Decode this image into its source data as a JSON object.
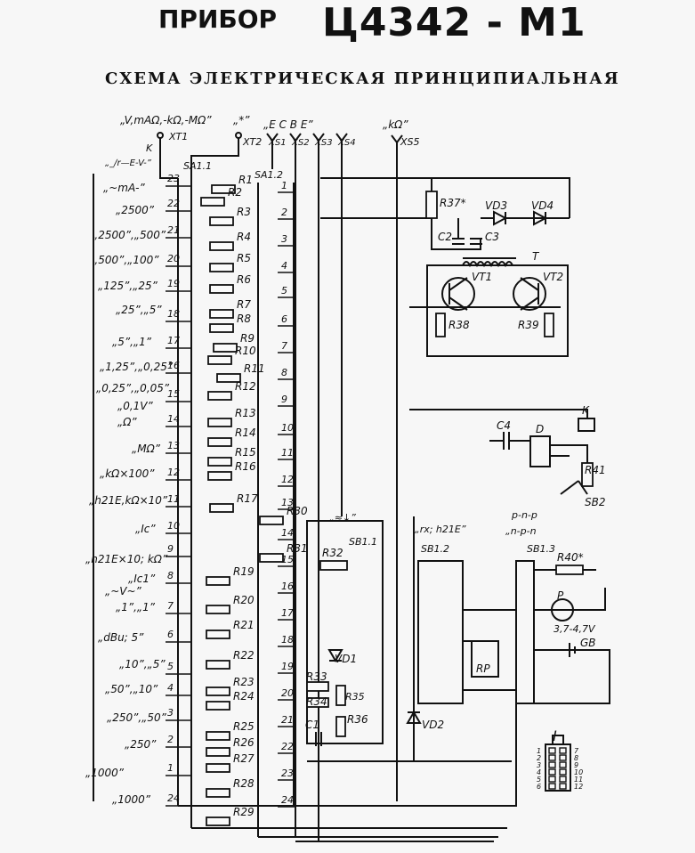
{
  "header": {
    "device_word": "ПРИБОР",
    "model": "Ц4342 - М1",
    "subtitle": "СХЕМА ЭЛЕКТРИЧЕСКАЯ ПРИНЦИПИАЛЬНАЯ"
  },
  "top_labels": {
    "xt1_mode": "„V,mAΩ,-kΩ,-MΩ”",
    "xt1": "XT1",
    "xt2_mode": "„*”",
    "xt2": "XT2",
    "sockets_title": "„E  C  B  E”",
    "xs1": "XS1",
    "xs2": "XS2",
    "xs3": "XS3",
    "xs4": "XS4",
    "xs5_mode": "„kΩ”",
    "xs5": "XS5",
    "k_label": "K",
    "kev_label": "„_∕r—E-V-”",
    "sa11": "SA1.1",
    "sa12": "SA1.2"
  },
  "left_modes": [
    "„~mA-”",
    "„2500”",
    "„2500”,„500”",
    "„500”,„100”",
    "„125”,„25”",
    "„25”,„5”",
    "„5”,„1”",
    "„1,25”,„0,25”",
    "„0,25”,„0,05”",
    "„0,1V”",
    "„Ω”",
    "„MΩ”",
    "„kΩ×100”",
    "„h21E,kΩ×10”",
    "„Ic”",
    "„h21E×10; kΩ”",
    "„Ic1”",
    "„~V~”",
    "„1”,„1”",
    "„dBu; 5”",
    "„10”,„5”",
    "„50”,„10”",
    "„250”,„50”",
    "„250”",
    "„1000”",
    "„1000”"
  ],
  "sa11_positions": [
    "23",
    "22",
    "21",
    "20",
    "19",
    "18",
    "17",
    "16",
    "15",
    "14",
    "13",
    "12",
    "11",
    "10",
    "9",
    "8",
    "7",
    "6",
    "5",
    "4",
    "3",
    "2",
    "1",
    "24"
  ],
  "sa12_positions": [
    "1",
    "2",
    "3",
    "4",
    "5",
    "6",
    "7",
    "8",
    "9",
    "10",
    "11",
    "12",
    "13",
    "14",
    "15",
    "16",
    "17",
    "18",
    "19",
    "20",
    "21",
    "22",
    "23",
    "24"
  ],
  "resistors": [
    "R1",
    "R2",
    "R3",
    "R4",
    "R5",
    "R6",
    "R7",
    "R8",
    "R9",
    "R10",
    "R11",
    "R12",
    "R13",
    "R14",
    "R15",
    "R16",
    "R17",
    "R19",
    "R20",
    "R21",
    "R22",
    "R23",
    "R24",
    "R25",
    "R26",
    "R27",
    "R28",
    "R29",
    "R30",
    "R31"
  ],
  "converter": {
    "r37": "R37*",
    "vd3": "VD3",
    "vd4": "VD4",
    "c2": "C2",
    "c3": "C3",
    "t": "T",
    "vt1": "VT1",
    "vt2": "VT2",
    "r38": "R38",
    "r39": "R39"
  },
  "middle": {
    "sb11_mode": "„≈↓”",
    "sb11": "SB1.1",
    "r32": "R32",
    "vd1": "VD1",
    "r33": "R33",
    "r34": "R34",
    "r35": "R35",
    "r36": "R36",
    "c1": "C1",
    "vd2": "VD2",
    "sb12_mode": "„rx; h21E”",
    "sb12": "SB1.2",
    "rp": "RP"
  },
  "right": {
    "c4": "C4",
    "d": "D",
    "k": "K",
    "r41": "R41",
    "sb2": "SB2",
    "pnp": "p-n-p",
    "npn": "„n-p-n",
    "sb13": "SB1.3",
    "r40": "R40*",
    "p": "P",
    "voltage": "3,7-4,7V",
    "gb": "GB",
    "connector": "I",
    "conn_left": [
      "1",
      "2",
      "3",
      "4",
      "5",
      "6"
    ],
    "conn_right": [
      "7",
      "8",
      "9",
      "10",
      "11",
      "12"
    ]
  }
}
